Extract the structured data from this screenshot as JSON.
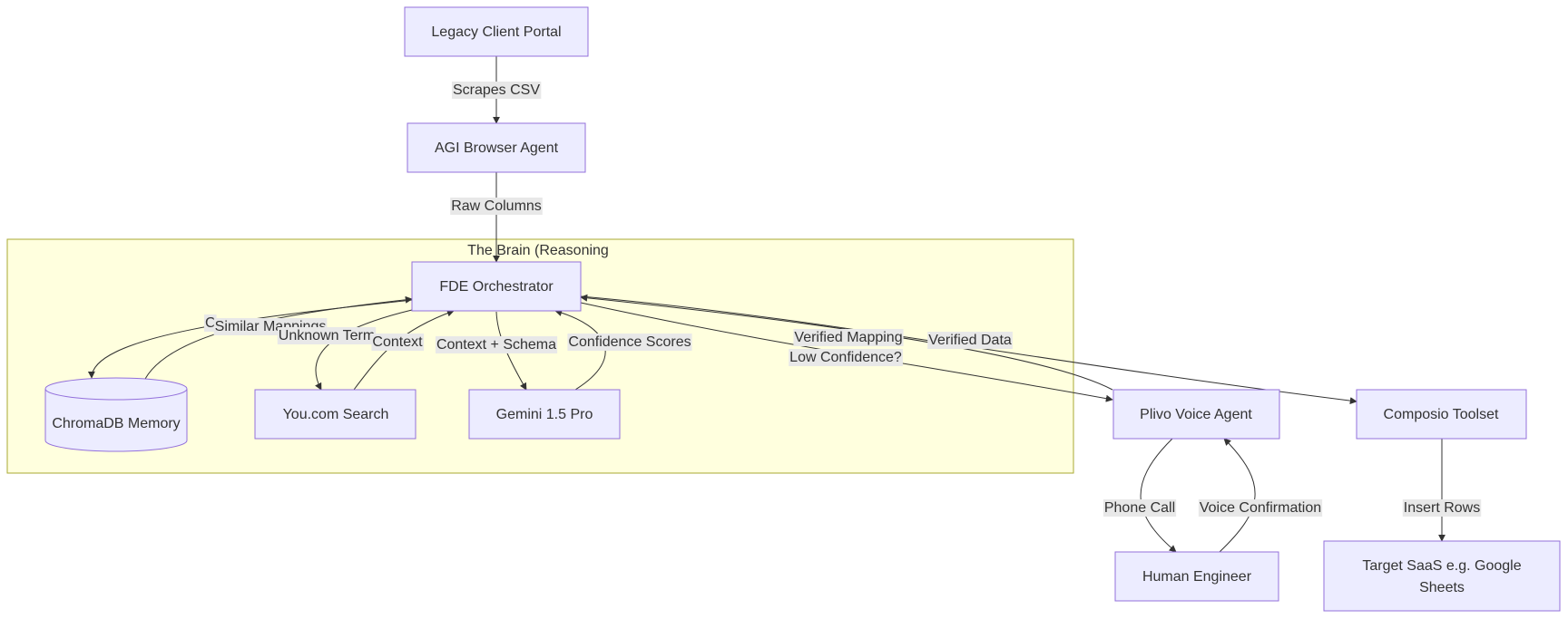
{
  "diagram": {
    "cluster": {
      "label": "The Brain (Reasoning"
    },
    "nodes": {
      "legacy": "Legacy Client Portal",
      "agi": "AGI Browser Agent",
      "fde": "FDE Orchestrator",
      "chroma": "ChromaDB Memory",
      "youcom": "You.com Search",
      "gemini": "Gemini 1.5 Pro",
      "plivo": "Plivo Voice Agent",
      "composio": "Composio Toolset",
      "human": "Human Engineer",
      "target_line1": "Target SaaS e.g. Google",
      "target_line2": "Sheets"
    },
    "edges": {
      "scrapes_csv": "Scrapes CSV",
      "raw_columns": "Raw Columns",
      "check": "C",
      "similar_mappings": "Similar Mappings",
      "unknown_term": "Unknown Term",
      "context": "Context",
      "context_schema": "Context + Schema",
      "confidence_scores": "Confidence Scores",
      "verified_mapping": "Verified Mapping",
      "low_confidence": "Low Confidence?",
      "verified_data": "Verified Data",
      "phone_call": "Phone Call",
      "voice_confirmation": "Voice Confirmation",
      "insert_rows": "Insert Rows"
    },
    "colors": {
      "node_fill": "#ECECFF",
      "node_stroke": "#9370DB",
      "cluster_fill": "#ffffde",
      "cluster_stroke": "#aaaa33",
      "edge": "#333333",
      "label_bg": "#e8e8e8"
    }
  }
}
